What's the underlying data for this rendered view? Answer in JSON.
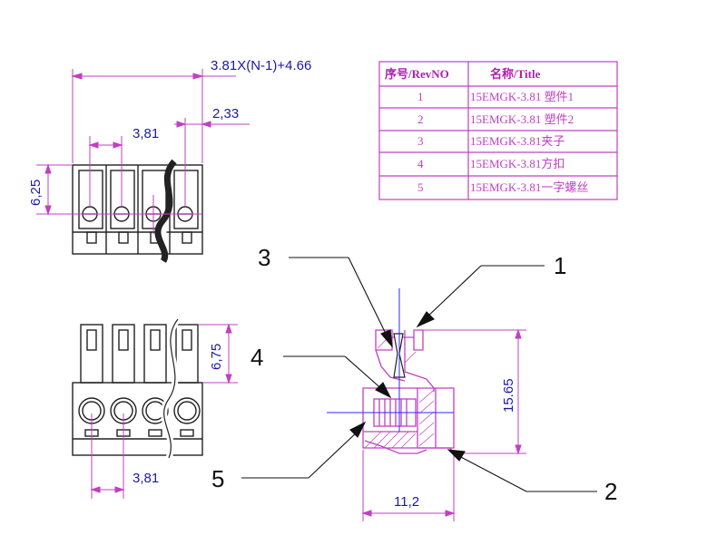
{
  "dimensions": {
    "overall_width": "3.81X(N-1)+4.66",
    "pitch_top": "3,81",
    "edge_offset": "2,33",
    "top_height": "6,25",
    "front_height": "6,75",
    "pitch_bottom": "3,81",
    "side_width": "11,2",
    "side_height": "15.65"
  },
  "callouts": [
    "1",
    "2",
    "3",
    "4",
    "5"
  ],
  "parts_table": {
    "header": {
      "rev": "序号/RevNO",
      "title": "名称/Title"
    },
    "rows": [
      {
        "rev": "1",
        "title": "15EMGK-3.81 塑件1"
      },
      {
        "rev": "2",
        "title": "15EMGK-3.81 塑件2"
      },
      {
        "rev": "3",
        "title": "15EMGK-3.81夹子"
      },
      {
        "rev": "4",
        "title": "15EMGK-3.81方扣"
      },
      {
        "rev": "5",
        "title": "15EMGK-3.81一字螺丝"
      }
    ]
  },
  "colors": {
    "outline": "#222222",
    "dimension": "#1a1aa6",
    "section": "#c040c0",
    "table": "#c040c0"
  }
}
